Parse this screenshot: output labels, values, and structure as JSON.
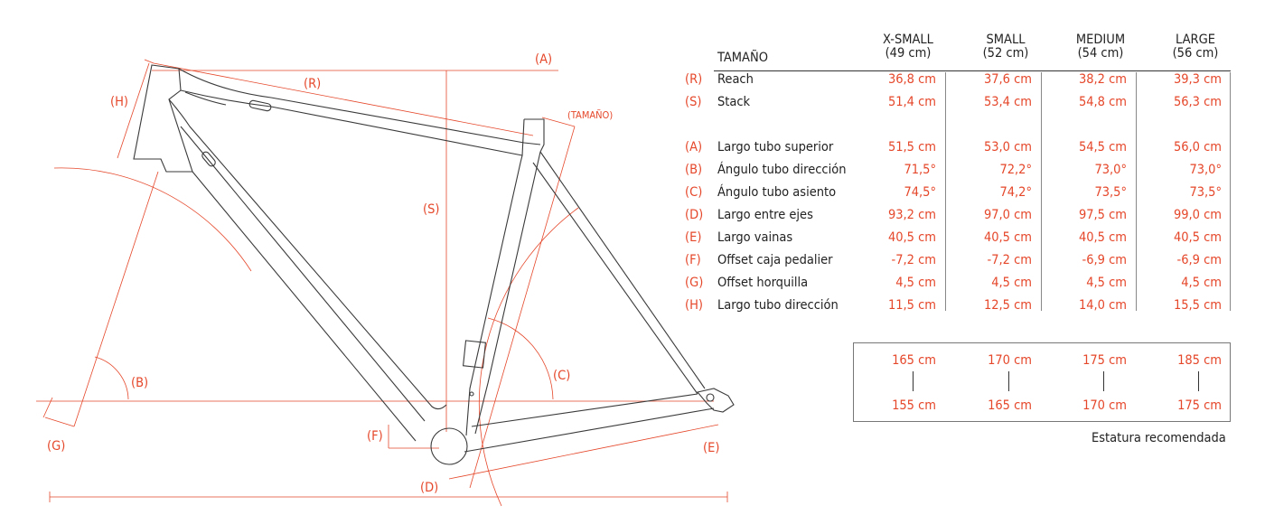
{
  "diagram": {
    "labels": {
      "A": "(A)",
      "R": "(R)",
      "H": "(H)",
      "S": "(S)",
      "size": "(TAMAÑO)",
      "B": "(B)",
      "C": "(C)",
      "G": "(G)",
      "F": "(F)",
      "D": "(D)",
      "E": "(E)"
    },
    "colors": {
      "accent": "#e5472a",
      "frame": "#333333",
      "guides": "#e5472a"
    }
  },
  "table": {
    "size_header": "TAMAÑO",
    "columns": [
      {
        "name": "X-SMALL",
        "size": "(49 cm)"
      },
      {
        "name": "SMALL",
        "size": "(52 cm)"
      },
      {
        "name": "MEDIUM",
        "size": "(54 cm)"
      },
      {
        "name": "LARGE",
        "size": "(56 cm)"
      }
    ],
    "rows": [
      {
        "code": "(R)",
        "label": "Reach",
        "values": [
          "36,8 cm",
          "37,6 cm",
          "38,2 cm",
          "39,3 cm"
        ]
      },
      {
        "code": "(S)",
        "label": "Stack",
        "values": [
          "51,4 cm",
          "53,4 cm",
          "54,8 cm",
          "56,3 cm"
        ]
      },
      {
        "code": "(A)",
        "label": "Largo tubo superior",
        "values": [
          "51,5 cm",
          "53,0 cm",
          "54,5 cm",
          "56,0 cm"
        ]
      },
      {
        "code": "(B)",
        "label": "Ángulo tubo dirección",
        "values": [
          "71,5°",
          "72,2°",
          "73,0°",
          "73,0°"
        ]
      },
      {
        "code": "(C)",
        "label": "Ángulo tubo asiento",
        "values": [
          "74,5°",
          "74,2°",
          "73,5°",
          "73,5°"
        ]
      },
      {
        "code": "(D)",
        "label": "Largo entre ejes",
        "values": [
          "93,2 cm",
          "97,0 cm",
          "97,5 cm",
          "99,0 cm"
        ]
      },
      {
        "code": "(E)",
        "label": "Largo vainas",
        "values": [
          "40,5 cm",
          "40,5 cm",
          "40,5 cm",
          "40,5 cm"
        ]
      },
      {
        "code": "(F)",
        "label": "Offset caja pedalier",
        "values": [
          "-7,2 cm",
          "-7,2 cm",
          "-6,9 cm",
          "-6,9 cm"
        ]
      },
      {
        "code": "(G)",
        "label": "Offset horquilla",
        "values": [
          "4,5 cm",
          "4,5 cm",
          "4,5 cm",
          "4,5 cm"
        ]
      },
      {
        "code": "(H)",
        "label": "Largo tubo dirección",
        "values": [
          "11,5 cm",
          "12,5 cm",
          "14,0 cm",
          "15,5 cm"
        ]
      }
    ]
  },
  "stature": {
    "max": [
      "165 cm",
      "170 cm",
      "175 cm",
      "185 cm"
    ],
    "min": [
      "155 cm",
      "165 cm",
      "170 cm",
      "175 cm"
    ],
    "caption": "Estatura recomendada"
  }
}
